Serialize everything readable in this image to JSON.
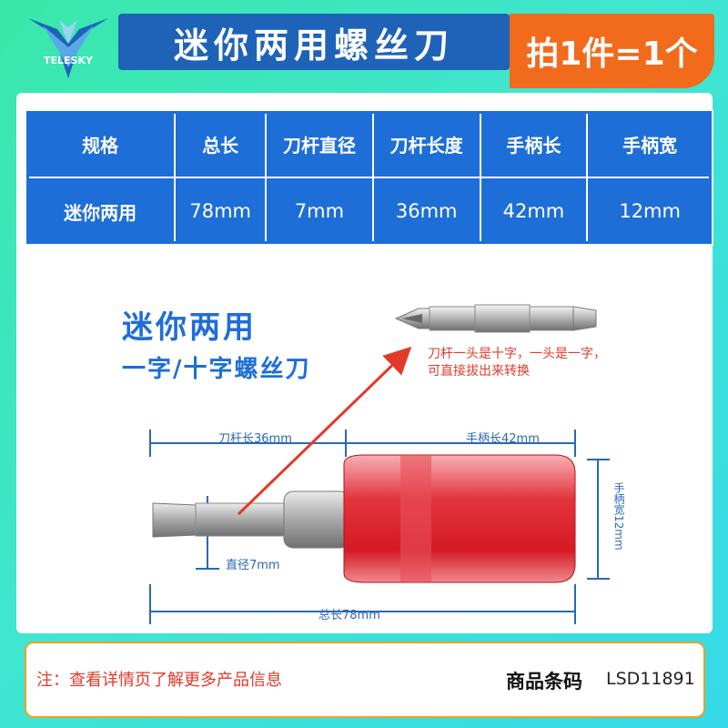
{
  "header": {
    "logo_text": "TELESKY",
    "title": "迷你两用螺丝刀",
    "badge": "拍1件=1个"
  },
  "spec_table": {
    "headers": [
      "规格",
      "总长",
      "刀杆直径",
      "刀杆长度",
      "手柄长",
      "手柄宽"
    ],
    "row": [
      "迷你两用",
      "78mm",
      "7mm",
      "36mm",
      "42mm",
      "12mm"
    ]
  },
  "product": {
    "title": "迷你两用",
    "subtitle": "一字/十字螺丝刀",
    "note_line1": "刀杆一头是十字，一头是一字，",
    "note_line2": "可直接拔出来转换"
  },
  "dimensions": {
    "shaft_length": "刀杆长36mm",
    "handle_length": "手柄长42mm",
    "handle_width": "手柄宽12mm",
    "diameter": "直径7mm",
    "total_length": "总长78mm"
  },
  "footer": {
    "note": "注：查看详情页了解更多产品信息",
    "code_label": "商品条码",
    "code": "LSD11891"
  },
  "colors": {
    "title_bg": "#1e63b8",
    "badge_bg": "#f26a1b",
    "table_bg": "#1e6ed8",
    "accent_red": "#e23a2a",
    "handle_red": "#e0202a"
  }
}
